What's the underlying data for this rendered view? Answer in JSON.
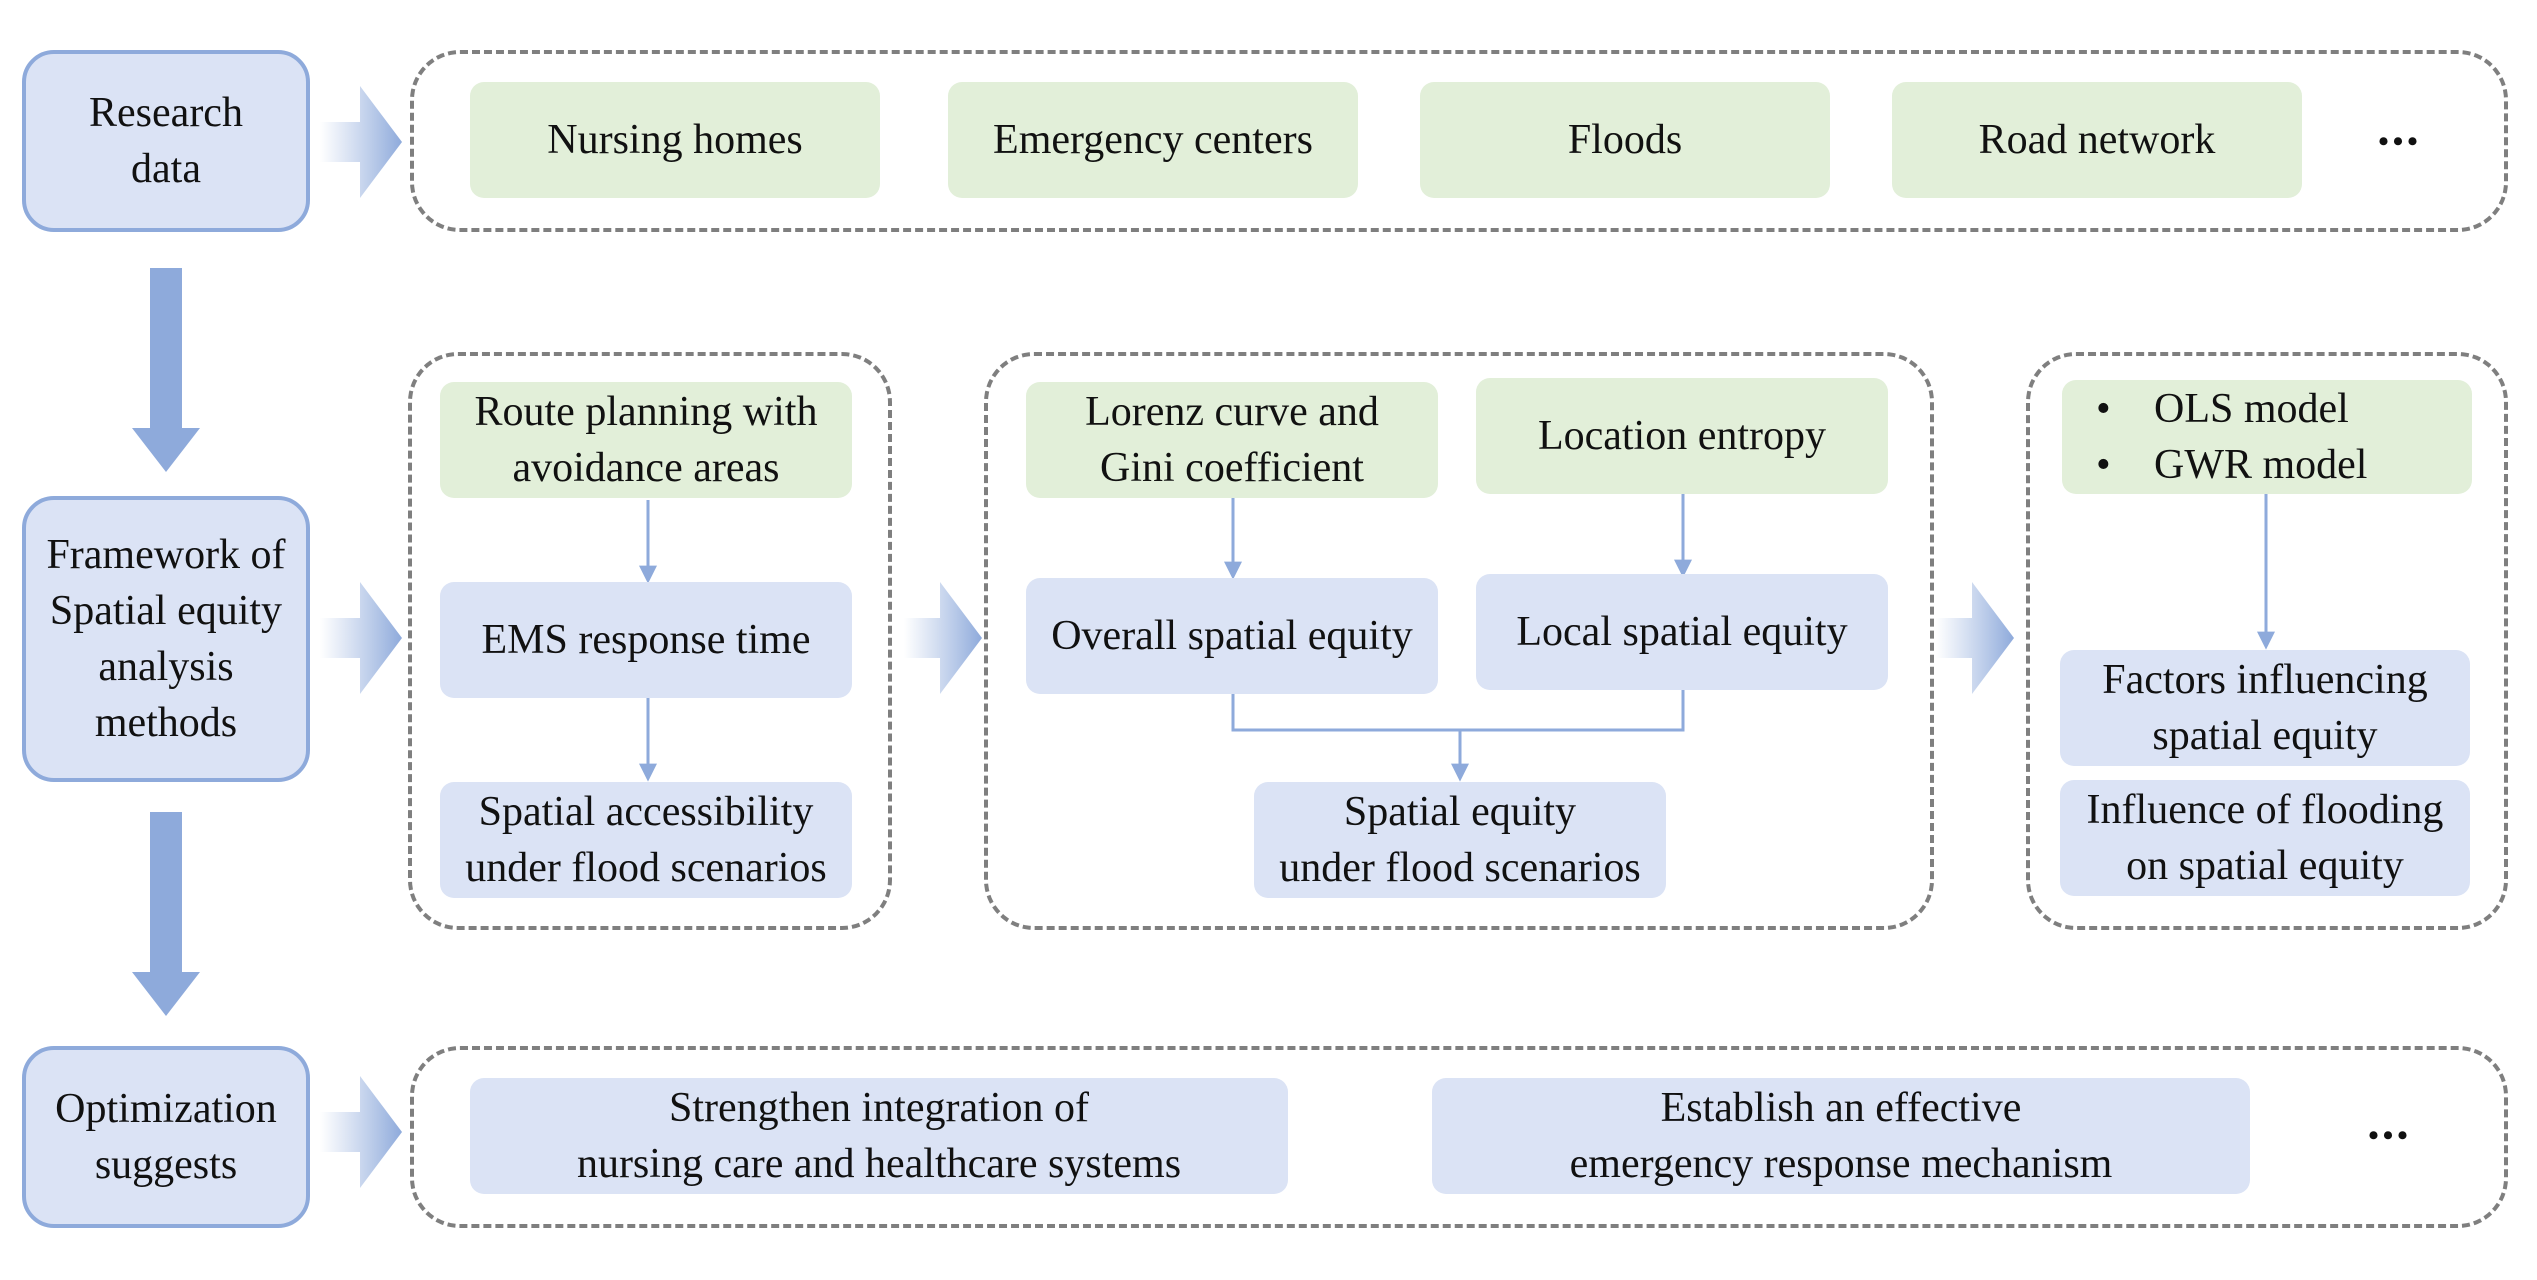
{
  "stages": {
    "research": "Research\ndata",
    "framework": "Framework of\nSpatial equity\nanalysis\nmethods",
    "optimization": "Optimization\nsuggests"
  },
  "research_data": {
    "items": [
      "Nursing homes",
      "Emergency centers",
      "Floods",
      "Road network"
    ],
    "more": "•••"
  },
  "framework": {
    "accessibility": {
      "route": "Route planning with\navoidance areas",
      "ems": "EMS response time",
      "result": "Spatial accessibility\nunder flood scenarios"
    },
    "equity": {
      "lorenz": "Lorenz curve and\nGini coefficient",
      "entropy": "Location entropy",
      "overall": "Overall spatial equity",
      "local": "Local spatial equity",
      "result": "Spatial equity\nunder flood scenarios"
    },
    "factors": {
      "models": [
        "OLS model",
        "GWR model"
      ],
      "influencing": "Factors influencing\nspatial equity",
      "flooding": "Influence of flooding\non spatial equity"
    }
  },
  "optimization": {
    "items": [
      "Strengthen integration of\nnursing care and healthcare systems",
      "Establish an effective\nemergency response mechanism"
    ],
    "more": "•••"
  },
  "colors": {
    "stage_fill": "#dbe3f5",
    "stage_border": "#8eaadb",
    "green_fill": "#e2efd9",
    "blue_fill": "#dbe3f5",
    "arrow": "#8eaadb",
    "connector": "#8eaadb",
    "dash_border": "#7f7f7f"
  }
}
